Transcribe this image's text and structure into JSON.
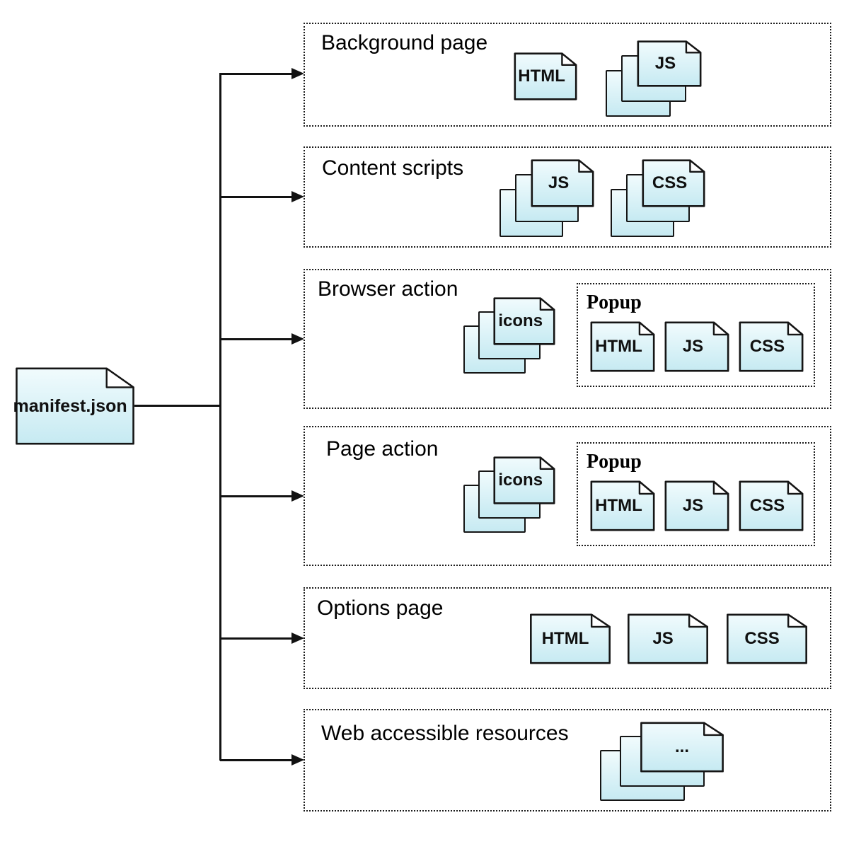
{
  "root_file": {
    "label": "manifest.json"
  },
  "colors": {
    "file_fill_top": "#f1fbfd",
    "file_fill_bottom": "#c6eaf2",
    "stroke": "#151515",
    "box_border": "#1c1c1c",
    "background": "#ffffff"
  },
  "sections": [
    {
      "label": "Background page",
      "file_html": "HTML",
      "stack_js": "JS"
    },
    {
      "label": "Content scripts",
      "stack_js": "JS",
      "stack_css": "CSS"
    },
    {
      "label": "Browser action",
      "stack_icons": "icons",
      "popup": {
        "label": "Popup",
        "file_html": "HTML",
        "file_js": "JS",
        "file_css": "CSS"
      }
    },
    {
      "label": "Page action",
      "stack_icons": "icons",
      "popup": {
        "label": "Popup",
        "file_html": "HTML",
        "file_js": "JS",
        "file_css": "CSS"
      }
    },
    {
      "label": "Options page",
      "file_html": "HTML",
      "file_js": "JS",
      "file_css": "CSS"
    },
    {
      "label": "Web accessible resources",
      "stack_more": "..."
    }
  ]
}
